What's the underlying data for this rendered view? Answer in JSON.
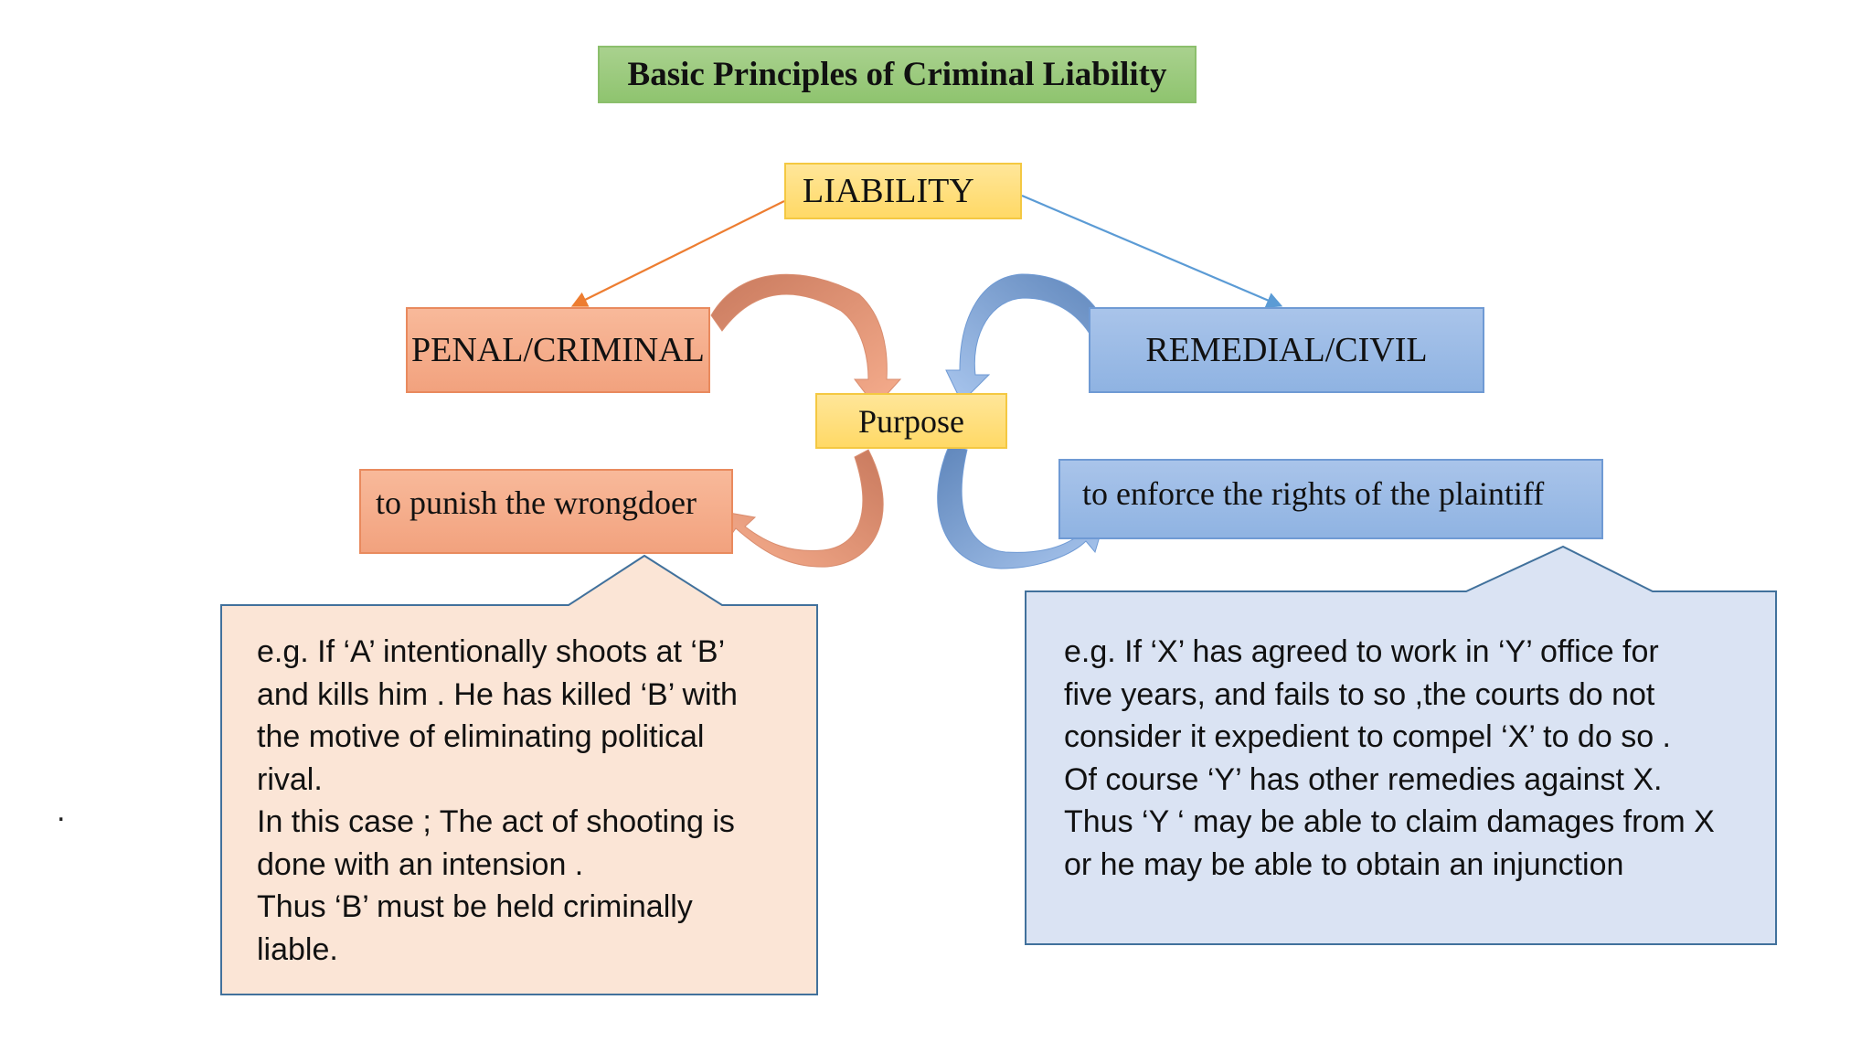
{
  "title": "Basic Principles of Criminal Liability",
  "nodes": {
    "liability": "LIABILITY",
    "penal": "PENAL/CRIMINAL",
    "remedial": "REMEDIAL/CIVIL",
    "purpose": "Purpose",
    "punish": "to punish the wrongdoer",
    "enforce": "to enforce the rights of  the plaintiff"
  },
  "examples": {
    "left": [
      "e.g. If ‘A’  intentionally shoots  at ‘B’",
      "and kills him . He has killed ‘B’  with",
      "the motive of eliminating political",
      "rival.",
      "In this case ;  The act of shooting is",
      "done with an intension .",
      "Thus ‘B’ must be held criminally",
      "liable."
    ],
    "right": [
      "e.g.  If ‘X’ has agreed to work in ‘Y’ office for",
      "five years, and fails to so ,the courts do not",
      "consider it expedient to compel ‘X’ to do so .",
      "Of course ‘Y’ has other remedies against X.",
      "Thus ‘Y ‘ may be able to claim damages from X",
      "or he may be able to obtain an injunction"
    ]
  },
  "stray_mark": ".",
  "colors": {
    "title_fill": "#a9d18e",
    "yellow_fill": "#ffd966",
    "orange_fill": "#f4b183",
    "blue_fill": "#9dc3e6",
    "orange_line": "#ed7d31",
    "blue_line": "#5b9bd5",
    "callout_left_fill": "#fbe5d6",
    "callout_right_fill": "#dae3f3",
    "callout_border": "#41719c"
  }
}
